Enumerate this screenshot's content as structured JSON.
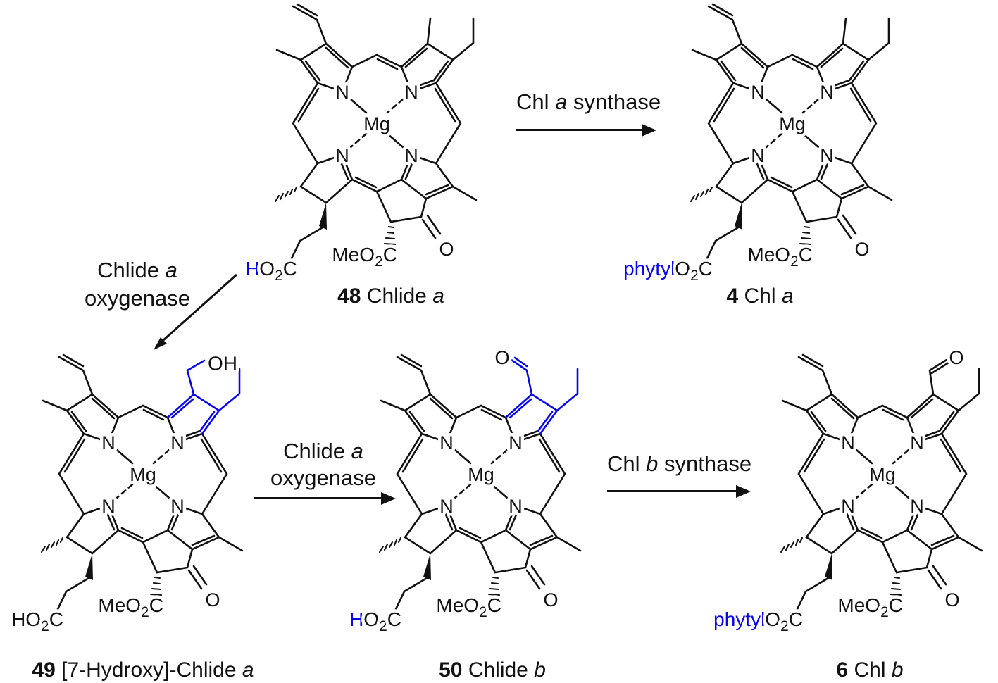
{
  "colors": {
    "bond_black": "#111111",
    "accent_blue": "#0707ee"
  },
  "atom_labels": {
    "nitrogen": "N",
    "magnesium": "Mg",
    "oxygen": "O",
    "methyl_ester": {
      "pre": "MeO",
      "sub": "2",
      "post": "C"
    }
  },
  "structures": [
    {
      "id": "48",
      "acid": {
        "blue": "H",
        "black": "O",
        "sub": "2",
        "post": "C"
      },
      "caption": {
        "number": "48",
        "name": " Chlide ",
        "italic": "a"
      }
    },
    {
      "id": "4",
      "acid": {
        "blue": "phytyl",
        "black": "O",
        "sub": "2",
        "post": "C"
      },
      "caption": {
        "number": "4",
        "name": " Chl ",
        "italic": "a"
      }
    },
    {
      "id": "49",
      "acid": {
        "blue": "",
        "black": "HO",
        "sub": "2",
        "post": "C"
      },
      "substituent_label": "OH",
      "caption": {
        "number": "49",
        "name": " [7-Hydroxy]-Chlide ",
        "italic": "a"
      }
    },
    {
      "id": "50",
      "acid": {
        "blue": "H",
        "black": "O",
        "sub": "2",
        "post": "C"
      },
      "substituent_label": "O",
      "caption": {
        "number": "50",
        "name": " Chlide ",
        "italic": "b"
      }
    },
    {
      "id": "6",
      "acid": {
        "blue": "phytyl",
        "black": "O",
        "sub": "2",
        "post": "C"
      },
      "substituent_label": "O",
      "caption": {
        "number": "6",
        "name": " Chl ",
        "italic": "b"
      }
    }
  ],
  "arrows": [
    {
      "pre": "Chl ",
      "italic": "a",
      "post": " synthase"
    },
    {
      "line1_pre": "Chlide ",
      "line1_italic": "a",
      "line2": "oxygenase"
    },
    {
      "line1_pre": "Chlide ",
      "line1_italic": "a",
      "line2": "oxygenase"
    },
    {
      "pre": "Chl ",
      "italic": "b",
      "post": " synthase"
    }
  ]
}
